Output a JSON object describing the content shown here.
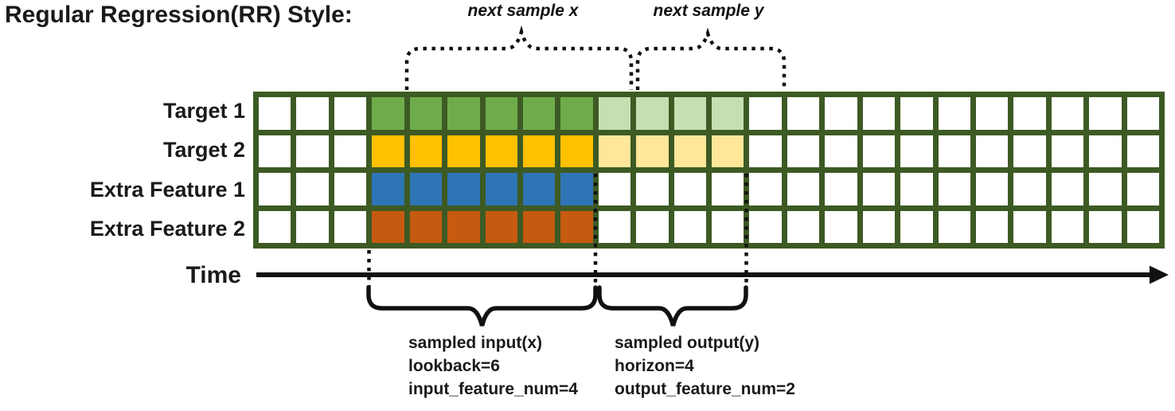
{
  "title": "Regular Regression(RR) Style:",
  "annotations": {
    "next_sample_x": "next sample x",
    "next_sample_y": "next sample y"
  },
  "time_label": "Time",
  "grid": {
    "columns": 24,
    "lead_empty_cols": 3,
    "input_cols": 6,
    "output_cols": 4,
    "border_color": "#3D5A24",
    "cell_color": "#FFFFFF",
    "rows": [
      {
        "label": "Target 1",
        "input_color": "#6EAC4B",
        "output_color": "#C5DFB2"
      },
      {
        "label": "Target 2",
        "input_color": "#FFC000",
        "output_color": "#FFE699"
      },
      {
        "label": "Extra Feature 1",
        "input_color": "#2F74B5",
        "output_color": null
      },
      {
        "label": "Extra Feature 2",
        "input_color": "#C55A11",
        "output_color": null
      }
    ]
  },
  "input_annotation": {
    "lines": [
      "sampled input(x)",
      "lookback=6",
      "input_feature_num=4"
    ]
  },
  "output_annotation": {
    "lines": [
      "sampled output(y)",
      "horizon=4",
      "output_feature_num=2"
    ]
  },
  "line_color": "#111111"
}
